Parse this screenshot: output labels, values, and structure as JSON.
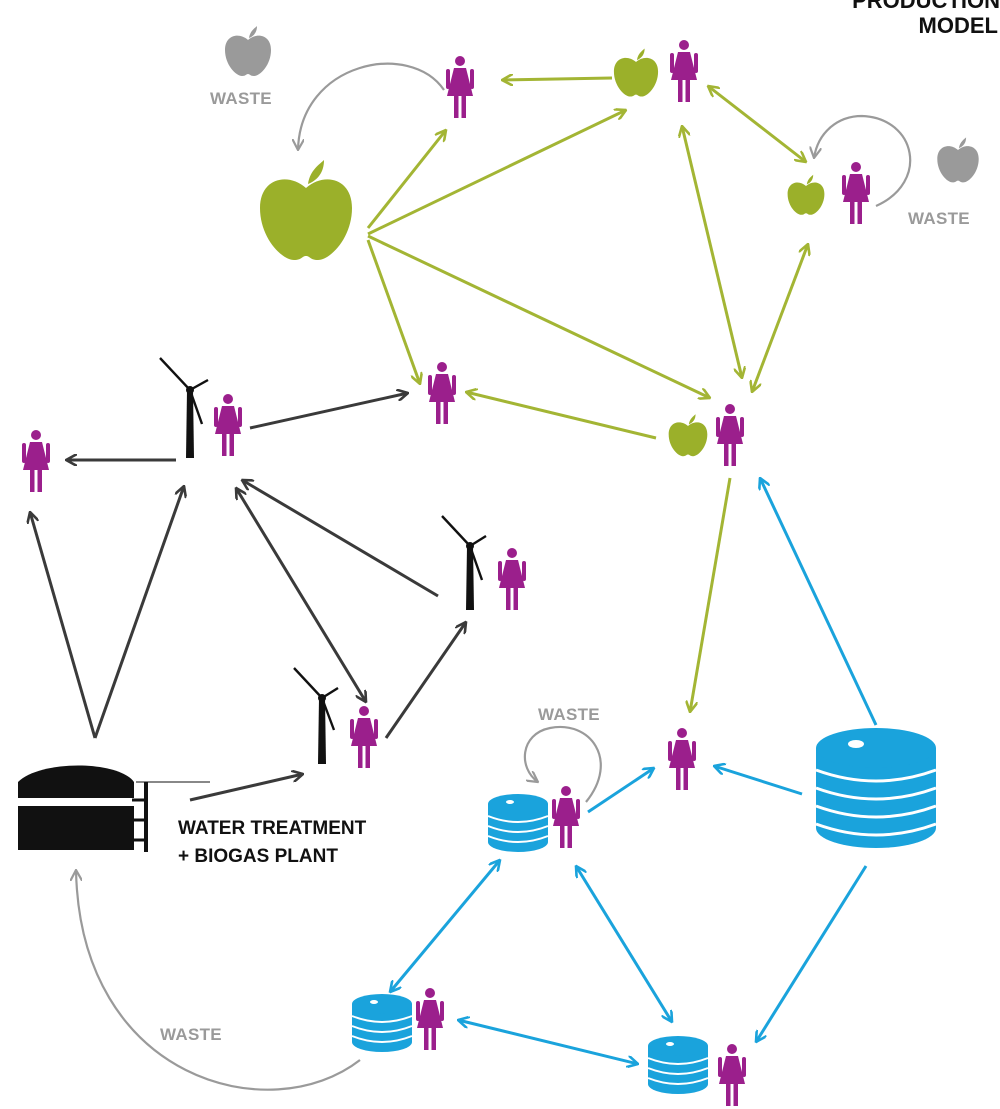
{
  "title_lines": [
    "PRODUCTION",
    "MODEL"
  ],
  "waste_label": "WASTE",
  "plant_label_lines": [
    "WATER TREATMENT",
    "+ BIOGAS PLANT"
  ],
  "colors": {
    "person": "#9b1f8c",
    "apple": "#9bb02a",
    "apple_flow": "#a3b534",
    "energy": "#3a3a3a",
    "water": "#1aa3dc",
    "waste": "#9a9a9a",
    "plant": "#111111"
  },
  "icons": [
    "person-icon",
    "apple-icon",
    "wind-turbine-icon",
    "water-tank-icon",
    "biogas-plant-icon"
  ]
}
